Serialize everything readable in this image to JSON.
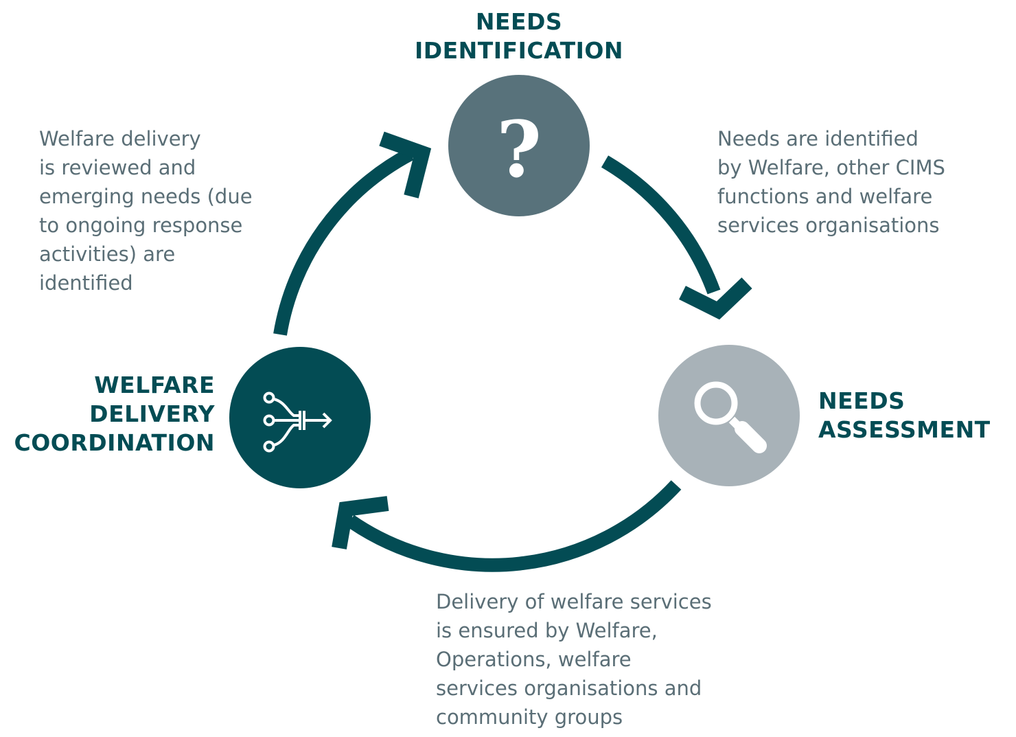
{
  "colors": {
    "dark_teal": "#034c54",
    "slate": "#58727b",
    "light_grey": "#a8b2b8",
    "body_text": "#5a6e76",
    "icon_white": "#ffffff"
  },
  "stages": [
    {
      "id": "identification",
      "title_lines": [
        "NEEDS",
        "IDENTIFICATION"
      ],
      "icon": "question-mark-icon",
      "glyph": "?"
    },
    {
      "id": "assessment",
      "title_lines": [
        "NEEDS",
        "ASSESSMENT"
      ],
      "icon": "magnifying-glass-icon"
    },
    {
      "id": "coordination",
      "title_lines": [
        "WELFARE",
        "DELIVERY",
        "COORDINATION"
      ],
      "icon": "merge-arrow-icon"
    }
  ],
  "transitions": [
    {
      "from": "identification",
      "to": "assessment",
      "text_lines": [
        "Needs are identified",
        "by Welfare, other CIMS",
        "functions and welfare",
        "services organisations"
      ]
    },
    {
      "from": "assessment",
      "to": "coordination",
      "text_lines": [
        "Delivery of welfare services",
        "is ensured by Welfare,",
        "Operations, welfare",
        "services organisations and",
        "community groups"
      ]
    },
    {
      "from": "coordination",
      "to": "identification",
      "text_lines": [
        "Welfare delivery",
        "is reviewed and",
        "emerging needs (due",
        "to ongoing response",
        "activities) are",
        "identified"
      ]
    }
  ]
}
